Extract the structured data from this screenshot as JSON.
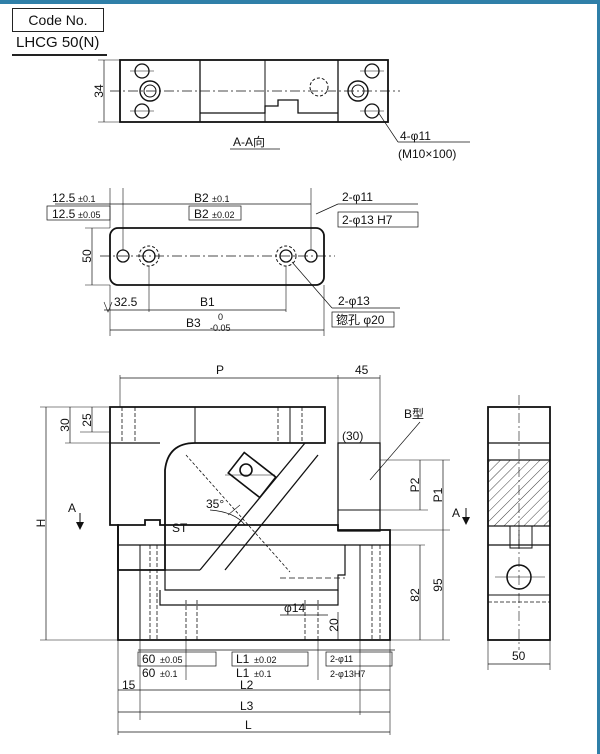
{
  "header": {
    "code_label": "Code No.",
    "model": "LHCG 50(N)"
  },
  "top_view": {
    "height_34": "34",
    "section_label": "A-A向",
    "holes_label": "4-φ11",
    "bolt_label": "(M10×100)"
  },
  "mount_view": {
    "dim_12_5_a": "12.5",
    "tol_12_5_a": "±0.1",
    "dim_12_5_b": "12.5",
    "tol_12_5_b": "±0.05",
    "b2_a": "B2",
    "b2_tol_a": "±0.1",
    "b2_b": "B2",
    "b2_tol_b": "±0.02",
    "holes_a": "2-φ11",
    "holes_b": "2-φ13 H7",
    "height_50": "50",
    "dim_32_5": "32.5",
    "b1": "B1",
    "b3": "B3",
    "b3_tol_up": "0",
    "b3_tol_down": "-0.05",
    "holes_c": "2-φ13",
    "counterbore": "锪孔 φ20"
  },
  "front_view": {
    "p": "P",
    "dim_45": "45",
    "dim_30_left": "30",
    "dim_25": "25",
    "dim_30_paren": "(30)",
    "b_type": "B型",
    "angle": "35°",
    "st": "ST",
    "h": "H",
    "a_left": "A",
    "a_right": "A",
    "p2": "P2",
    "p1": "P1",
    "dim_95": "95",
    "dim_82": "82",
    "phi14": "φ14",
    "dim_20": "20",
    "dim_60_a": "60",
    "tol_60_a": "±0.05",
    "dim_60_b": "60",
    "tol_60_b": "±0.1",
    "l1_a": "L1",
    "l1_tol_a": "±0.02",
    "l1_b": "L1",
    "l1_tol_b": "±0.1",
    "holes_d": "2-φ11",
    "holes_e": "2-φ13H7",
    "dim_15": "15",
    "l2": "L2",
    "l3": "L3",
    "l": "L"
  },
  "side_view": {
    "width_50": "50"
  }
}
